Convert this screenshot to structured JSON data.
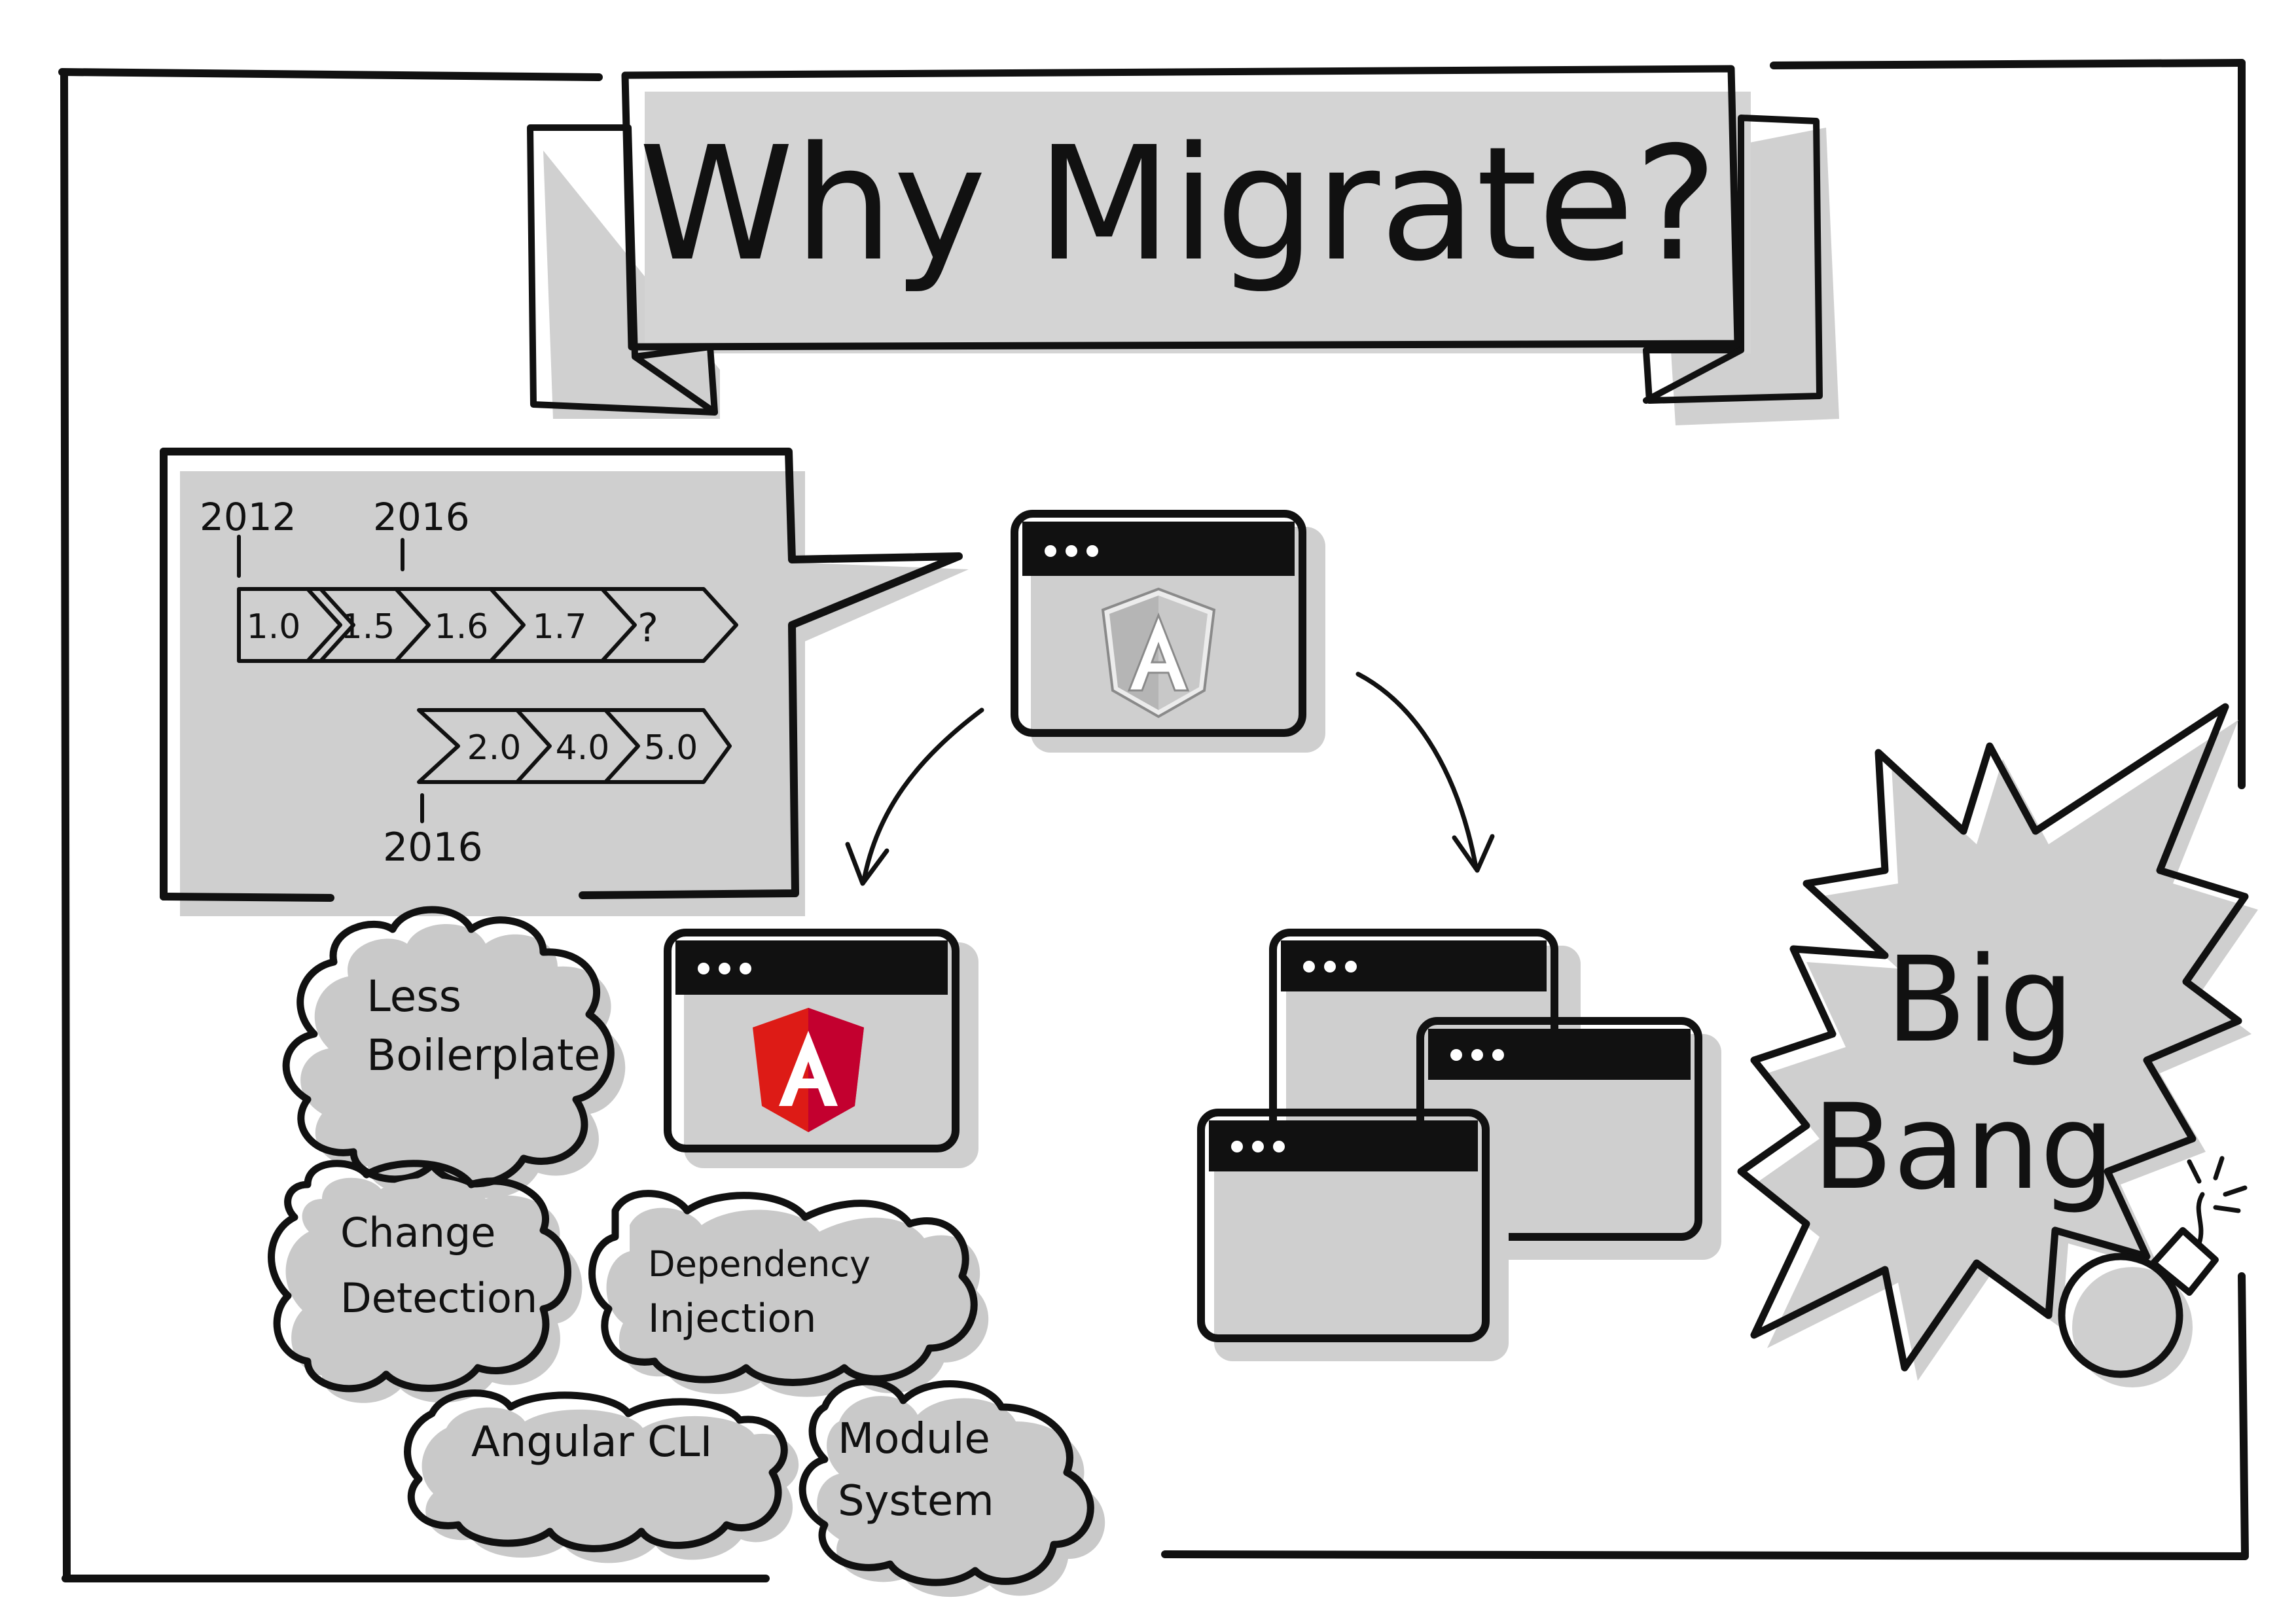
{
  "title": "Why Migrate?",
  "timeline": {
    "top_years": [
      "2012",
      "2016"
    ],
    "angularjs_versions": [
      "1.0",
      "1.5",
      "1.6",
      "1.7",
      "?"
    ],
    "angular_versions": [
      "2.0",
      "4.0",
      "5.0"
    ],
    "bottom_year": "2016"
  },
  "benefits": [
    {
      "line1": "Less",
      "line2": "Boilerplate"
    },
    {
      "line1": "Change",
      "line2": "Detection"
    },
    {
      "line1": "Dependency",
      "line2": "Injection"
    },
    {
      "line1": "Angular CLI",
      "line2": ""
    },
    {
      "line1": "Module",
      "line2": "System"
    }
  ],
  "big_bang": {
    "line1": "Big",
    "line2": "Bang"
  },
  "icons": {
    "old_app": "angularjs-shield-icon",
    "new_app": "angular-shield-icon",
    "bomb": "bomb-icon"
  },
  "colors": {
    "ink": "#111111",
    "shadow": "#cfcfcf",
    "angularjs_grey": "#b9b9b9",
    "angular_red": "#dd1b16"
  }
}
